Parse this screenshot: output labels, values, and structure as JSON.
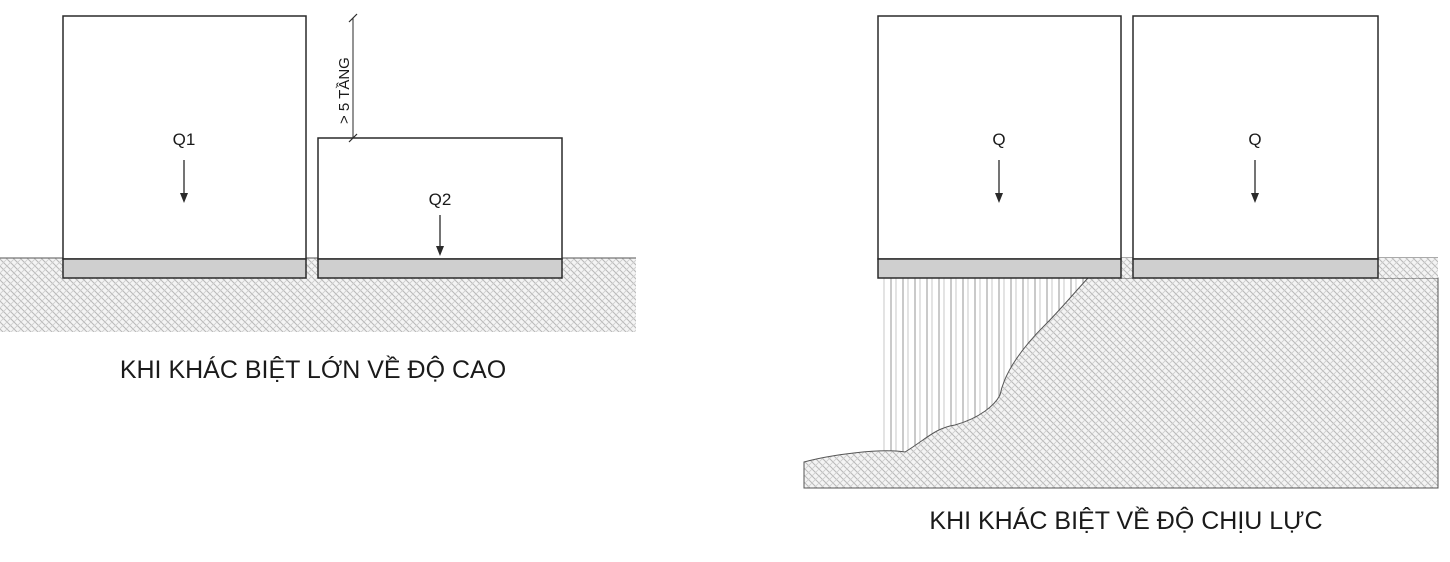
{
  "left_panel": {
    "caption": "KHI KHÁC BIỆT LỚN VỀ ĐỘ CAO",
    "tall_building_load": "Q1",
    "short_building_load": "Q2",
    "height_difference": "> 5 TẦNG"
  },
  "right_panel": {
    "caption": "KHI KHÁC BIỆT VỀ ĐỘ CHỊU LỰC",
    "left_building_load": "Q",
    "right_building_load": "Q"
  }
}
